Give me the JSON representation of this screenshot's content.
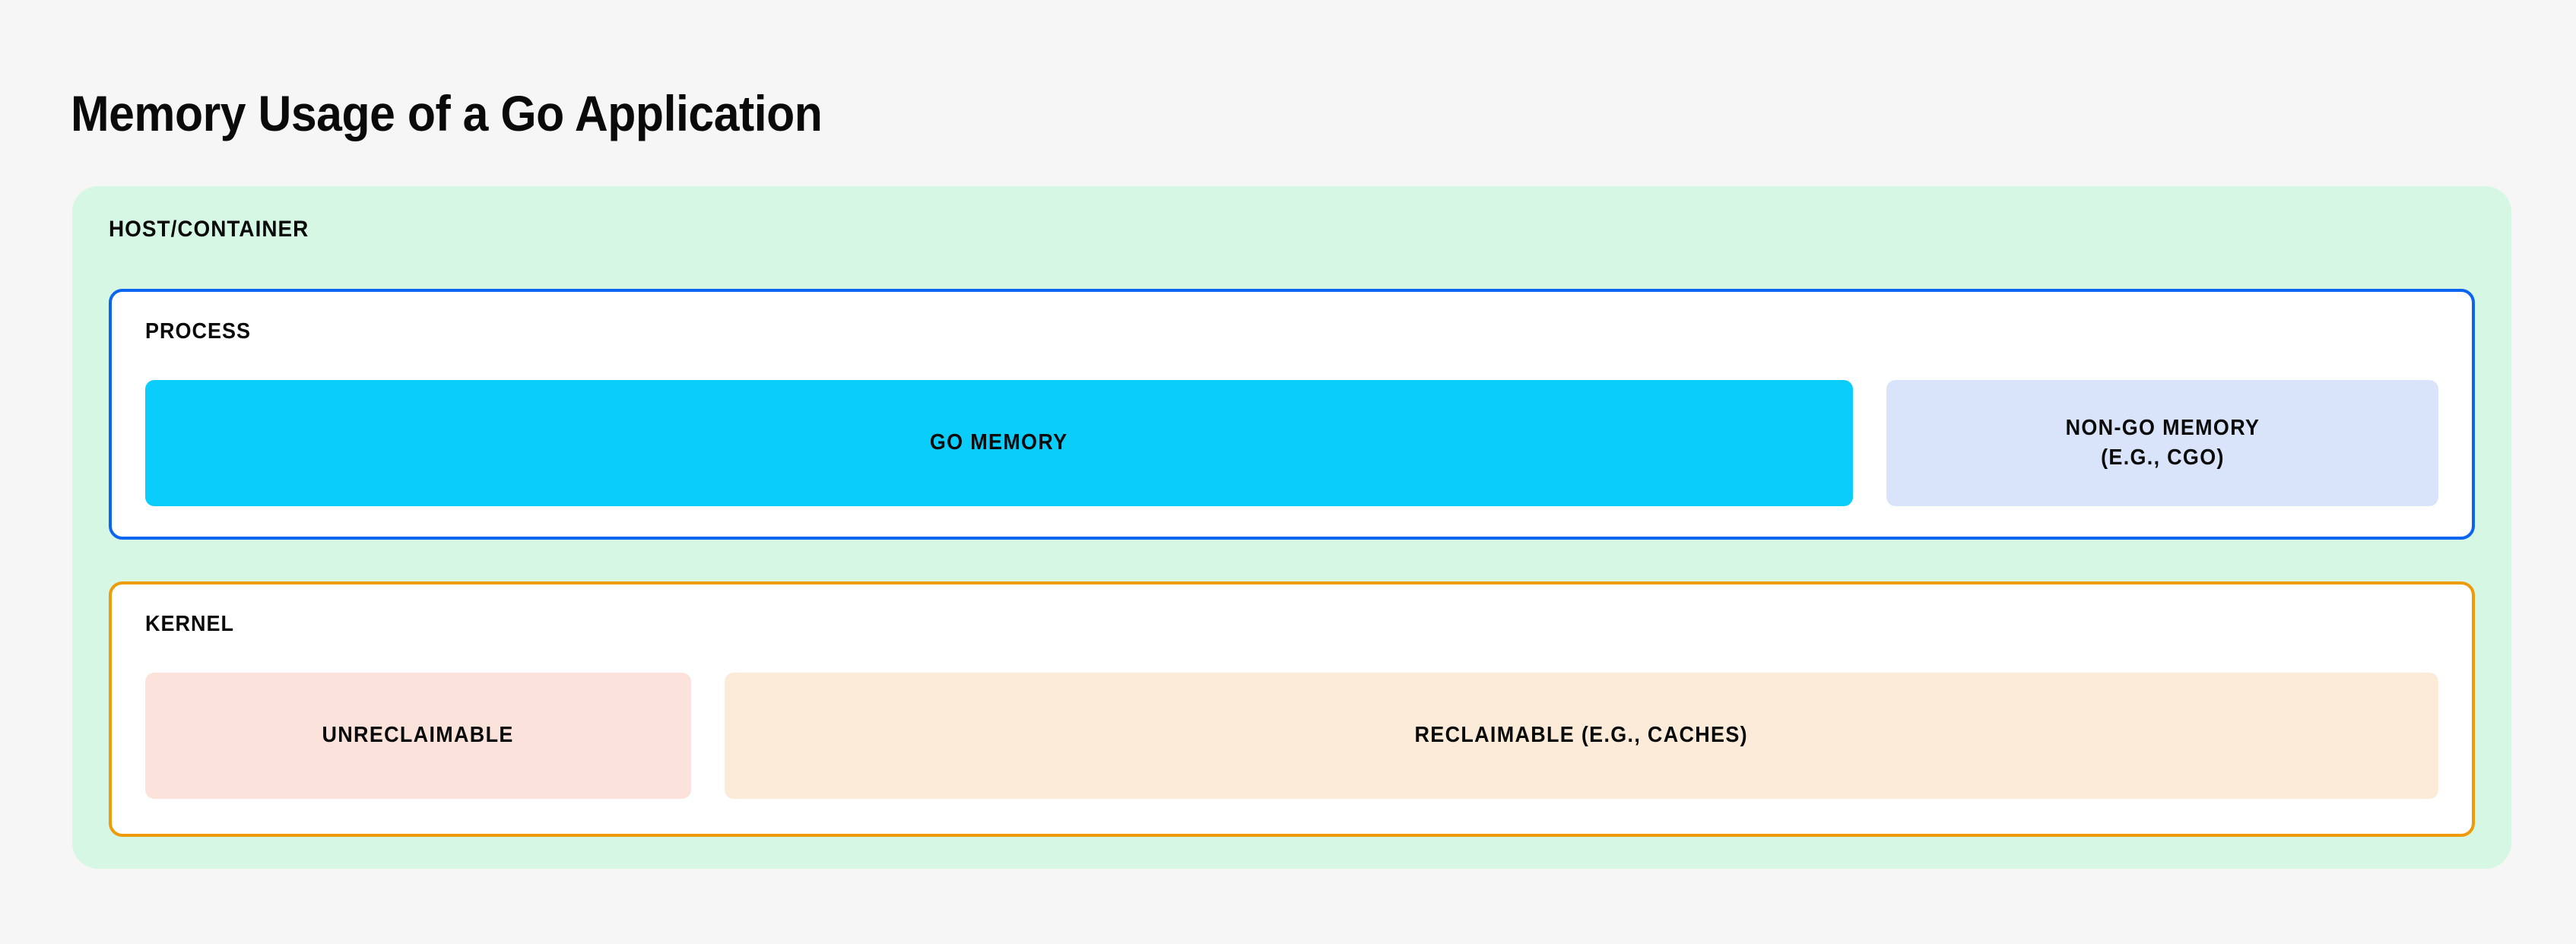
{
  "page": {
    "title": "Memory Usage of a Go Application",
    "background_color": "#f5f6f5"
  },
  "diagram": {
    "type": "nested-block-diagram",
    "host": {
      "label": "HOST/CONTAINER",
      "fill_color": "#d5f7e3"
    },
    "process": {
      "label": "PROCESS",
      "border_color": "#0b65f0",
      "fill_color": "#ffffff",
      "blocks": [
        {
          "label": "GO MEMORY",
          "fill_color": "#0bcdfb",
          "width_share": 0.75
        },
        {
          "label": "NON-GO MEMORY\n(E.G., CGO)",
          "fill_color": "#d9e4fb",
          "width_share": 0.25
        }
      ]
    },
    "kernel": {
      "label": "KERNEL",
      "border_color": "#ef9a07",
      "fill_color": "#ffffff",
      "blocks": [
        {
          "label": "UNRECLAIMABLE",
          "fill_color": "#fbe3dc",
          "width_share": 0.24
        },
        {
          "label": "RECLAIMABLE (E.G., CACHES)",
          "fill_color": "#fcebd8",
          "width_share": 0.76
        }
      ]
    }
  }
}
